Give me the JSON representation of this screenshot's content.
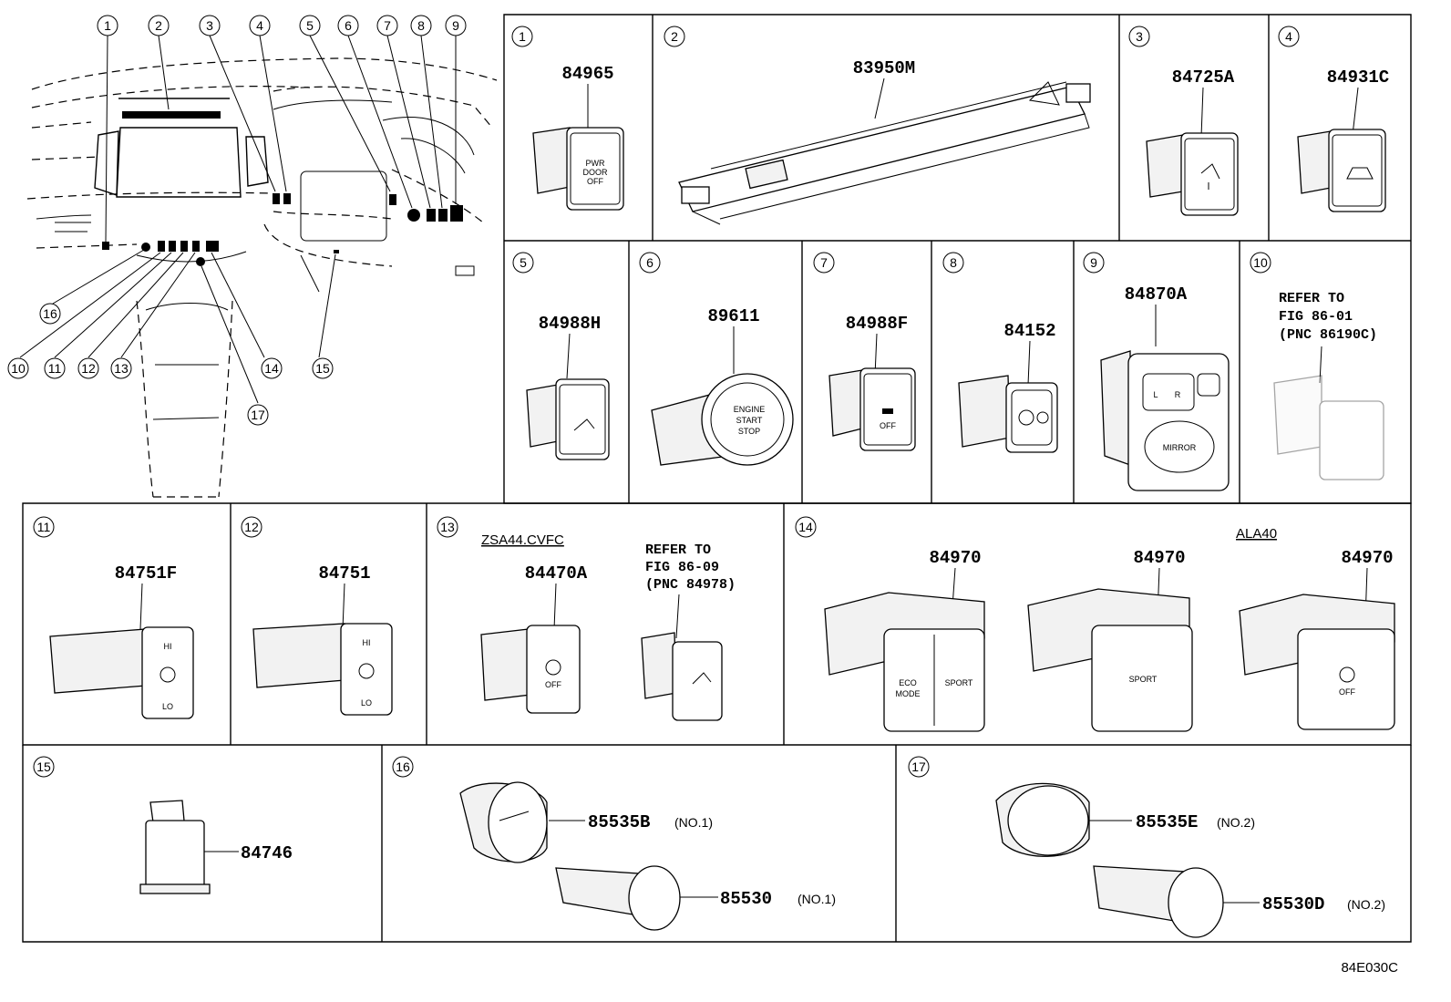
{
  "figure_code": "84E030C",
  "overview_callouts": [
    "1",
    "2",
    "3",
    "4",
    "5",
    "6",
    "7",
    "8",
    "9",
    "10",
    "11",
    "12",
    "13",
    "14",
    "15",
    "16",
    "17"
  ],
  "cells": [
    {
      "num": "1",
      "parts": [
        "84965"
      ],
      "button_text": [
        "PWR",
        "DOOR",
        "OFF"
      ]
    },
    {
      "num": "2",
      "parts": [
        "83950M"
      ]
    },
    {
      "num": "3",
      "parts": [
        "84725A"
      ]
    },
    {
      "num": "4",
      "parts": [
        "84931C"
      ]
    },
    {
      "num": "5",
      "parts": [
        "84988H"
      ]
    },
    {
      "num": "6",
      "parts": [
        "89611"
      ],
      "button_text": [
        "ENGINE",
        "START",
        "STOP"
      ]
    },
    {
      "num": "7",
      "parts": [
        "84988F"
      ],
      "button_text": [
        "OFF"
      ]
    },
    {
      "num": "8",
      "parts": [
        "84152"
      ]
    },
    {
      "num": "9",
      "parts": [
        "84870A"
      ],
      "button_text": [
        "L",
        "R",
        "MIRROR"
      ]
    },
    {
      "num": "10",
      "note": [
        "REFER TO",
        "FIG 86-01",
        "(PNC 86190C)"
      ]
    },
    {
      "num": "11",
      "parts": [
        "84751F"
      ],
      "button_text": [
        "HI",
        "LO"
      ]
    },
    {
      "num": "12",
      "parts": [
        "84751"
      ],
      "button_text": [
        "HI",
        "LO"
      ]
    },
    {
      "num": "13",
      "condition": "ZSA44.CVFC",
      "parts": [
        "84470A"
      ],
      "note": [
        "REFER TO",
        "FIG 86-09",
        "(PNC 84978)"
      ],
      "button_text": [
        "OFF"
      ]
    },
    {
      "num": "14",
      "condition": "ALA40",
      "parts": [
        "84970",
        "84970",
        "84970"
      ],
      "button_text": [
        "ECO",
        "MODE",
        "SPORT",
        "SPORT",
        "OFF"
      ]
    },
    {
      "num": "15",
      "parts": [
        "84746"
      ]
    },
    {
      "num": "16",
      "parts": [
        "85535B",
        "85530"
      ],
      "suffix": [
        "(NO.1)",
        "(NO.1)"
      ]
    },
    {
      "num": "17",
      "parts": [
        "85535E",
        "85530D"
      ],
      "suffix": [
        "(NO.2)",
        "(NO.2)"
      ]
    }
  ]
}
